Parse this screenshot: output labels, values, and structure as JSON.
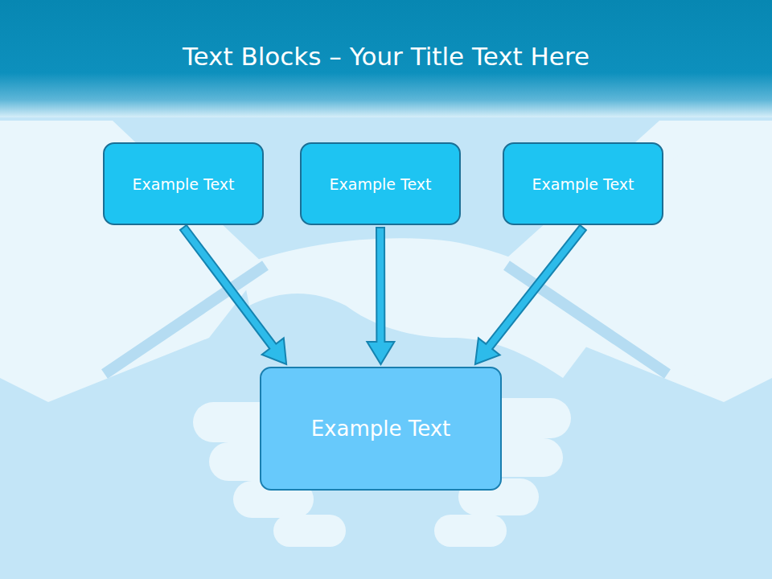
{
  "diagram": {
    "title": "Text Blocks – Your Title Text Here",
    "nodes": [
      {
        "text": [
          "Example Text"
        ]
      },
      {
        "text": [
          "Example Text"
        ]
      },
      {
        "text": [
          "Example Text"
        ]
      },
      {
        "text": [
          "Example Text"
        ]
      }
    ],
    "edges": [
      {
        "from": 0,
        "to": 3,
        "arrow": "to"
      },
      {
        "from": 1,
        "to": 3,
        "arrow": "to"
      },
      {
        "from": 2,
        "to": 3,
        "arrow": "to"
      }
    ]
  }
}
